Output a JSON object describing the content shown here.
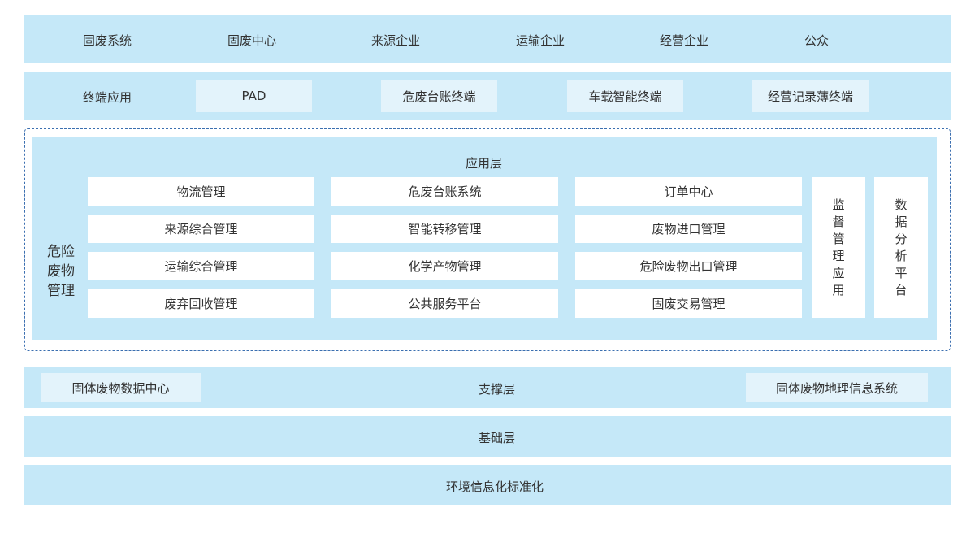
{
  "users": [
    "固废系统",
    "固废中心",
    "来源企业",
    "运输企业",
    "经营企业",
    "公众"
  ],
  "terminal": {
    "label": "终端应用",
    "items": [
      "PAD",
      "危废台账终端",
      "车载智能终端",
      "经营记录薄终端"
    ]
  },
  "hazard": {
    "side_label": [
      "危险",
      "废物",
      "管理"
    ],
    "app_layer_title": "应用层",
    "col1": [
      "物流管理",
      "来源综合管理",
      "运输综合管理",
      "废弃回收管理"
    ],
    "col2": [
      "危废台账系统",
      "智能转移管理",
      "化学产物管理",
      "公共服务平台"
    ],
    "col3": [
      "订单中心",
      "废物进口管理",
      "危险废物出口管理",
      "固废交易管理"
    ],
    "supervision": [
      "监",
      "督",
      "管",
      "理",
      "应",
      "用"
    ],
    "analysis": [
      "数",
      "据",
      "分",
      "析",
      "平",
      "台"
    ]
  },
  "support": {
    "left": "固体废物数据中心",
    "title": "支撑层",
    "right": "固体废物地理信息系统"
  },
  "foundation": "基础层",
  "standard": "环境信息化标准化"
}
